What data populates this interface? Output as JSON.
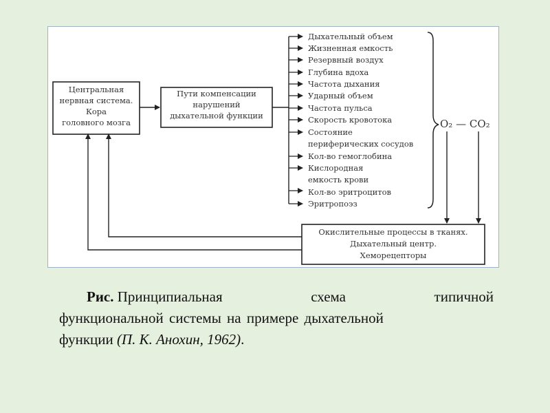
{
  "diagram": {
    "cns_box": [
      "Центральная",
      "нервная система.",
      "Кора",
      "головного мозга"
    ],
    "comp_box": [
      "Пути компенсации",
      "нарушений",
      "дыхательной функции"
    ],
    "list_items": [
      "Дыхательный объем",
      "Жизненная емкость",
      "Резервный воздух",
      "Глубина вдоха",
      "Частота дыхания",
      "Ударный объем",
      "Частота пульса",
      "Скорость кровотока",
      "Состояние",
      "периферических сосудов",
      "Кол-во гемоглобина",
      "Кислородная",
      "емкость крови",
      "Кол-во эритроцитов",
      "Эритропоэз"
    ],
    "gas_label": "O₂ — CO₂",
    "tissue_box": [
      "Окислительные процессы в тканях.",
      "Дыхательный центр.",
      "Хеморецепторы"
    ]
  },
  "caption": {
    "lead": "Рис.",
    "word1": "Принципиальная",
    "word2": "схема",
    "word3": "типичной",
    "line2": "функциональной системы на примере дыхательной",
    "line3_start": "функции",
    "line3_italic": "(П. К. Анохин, 1962)",
    "line3_end": "."
  }
}
